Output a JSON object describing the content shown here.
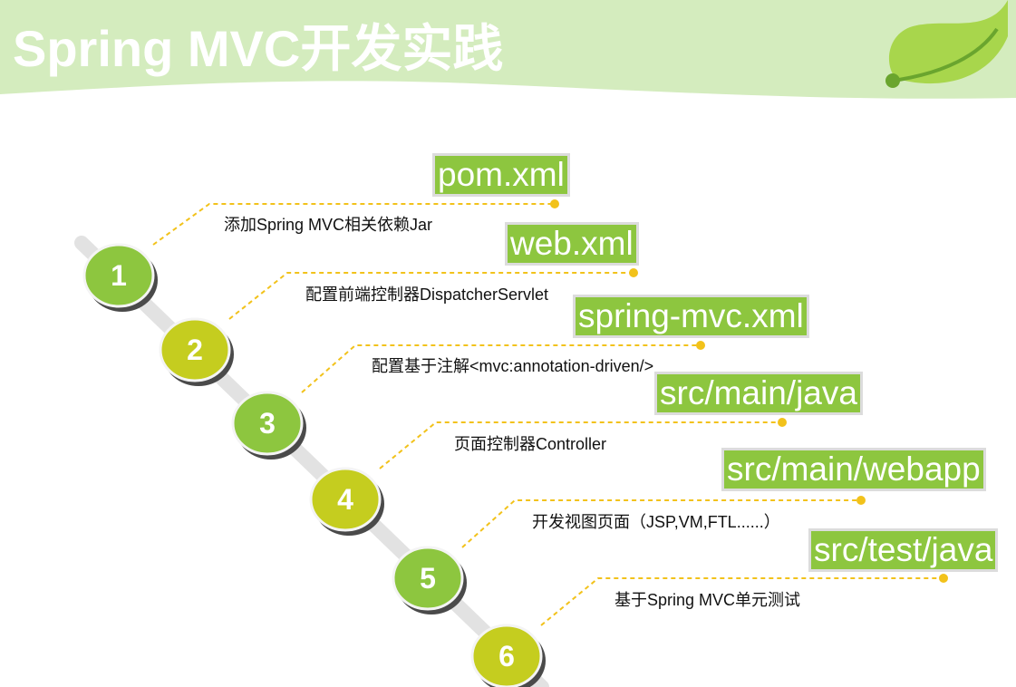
{
  "title": "Spring MVC开发实践",
  "colors": {
    "banner": "#d4ecbe",
    "tag_bg": "#8dc63f",
    "connector": "#f2c21b",
    "circle_light": "#8dc63f",
    "circle_dark": "#c5cd1f",
    "track": "#e2e2e2",
    "leaf_light": "#a8d64c",
    "leaf_dark": "#6aa52e"
  },
  "steps": [
    {
      "num": "1",
      "tag": "pom.xml",
      "desc": "添加Spring MVC相关依赖Jar",
      "tone": "light"
    },
    {
      "num": "2",
      "tag": "web.xml",
      "desc": "配置前端控制器DispatcherServlet",
      "tone": "dark"
    },
    {
      "num": "3",
      "tag": "spring-mvc.xml",
      "desc": "配置基于注解<mvc:annotation-driven/>",
      "tone": "light"
    },
    {
      "num": "4",
      "tag": "src/main/java",
      "desc": "页面控制器Controller",
      "tone": "dark"
    },
    {
      "num": "5",
      "tag": "src/main/webapp",
      "desc": "开发视图页面（JSP,VM,FTL......）",
      "tone": "light"
    },
    {
      "num": "6",
      "tag": "src/test/java",
      "desc": "基于Spring MVC单元测试",
      "tone": "dark"
    }
  ]
}
